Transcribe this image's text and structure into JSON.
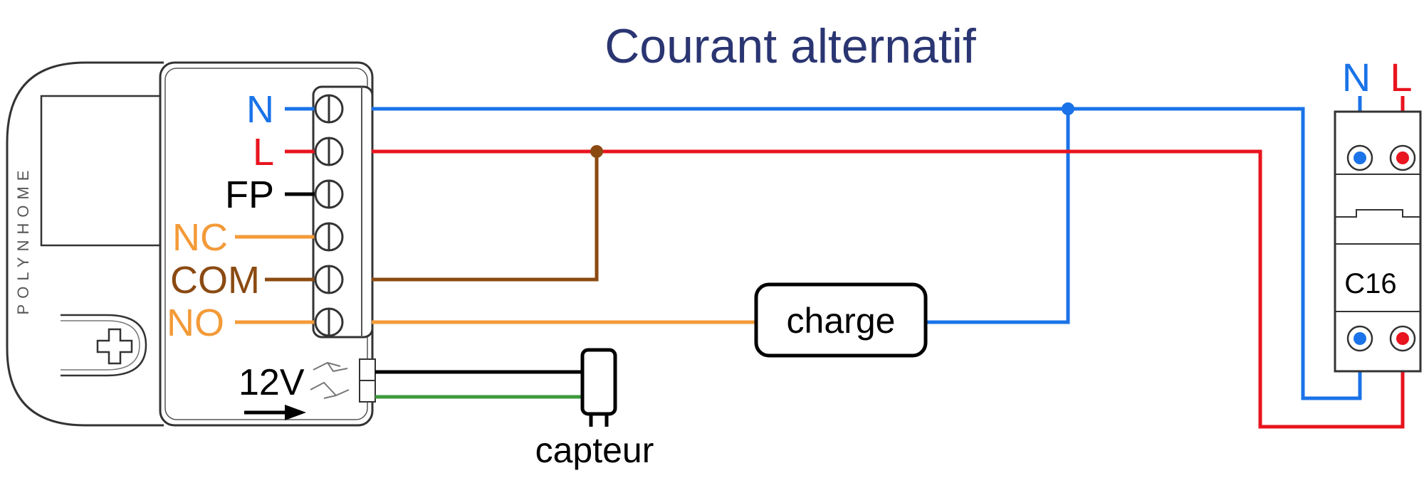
{
  "title": "Courant alternatif",
  "module": {
    "brand": "POLYNHOME",
    "terminals": [
      {
        "label": "N",
        "color": "#1a73e8"
      },
      {
        "label": "L",
        "color": "#e8141e"
      },
      {
        "label": "FP",
        "color": "#000000"
      },
      {
        "label": "NC",
        "color": "#f39a38"
      },
      {
        "label": "COM",
        "color": "#8b4a12"
      },
      {
        "label": "NO",
        "color": "#f39a38"
      }
    ],
    "low_voltage_label": "12V"
  },
  "load": {
    "label": "charge"
  },
  "sensor": {
    "label": "capteur"
  },
  "breaker": {
    "rating": "C16",
    "top_labels": [
      {
        "label": "N",
        "color": "#1a73e8"
      },
      {
        "label": "L",
        "color": "#e8141e"
      }
    ]
  },
  "colors": {
    "neutral": "#1a73e8",
    "live": "#e8141e",
    "common": "#8b4a12",
    "contact": "#f39a38",
    "sensor_black": "#000000",
    "sensor_green": "#3c9a3c",
    "title": "#2a3572",
    "outline": "#333333"
  }
}
